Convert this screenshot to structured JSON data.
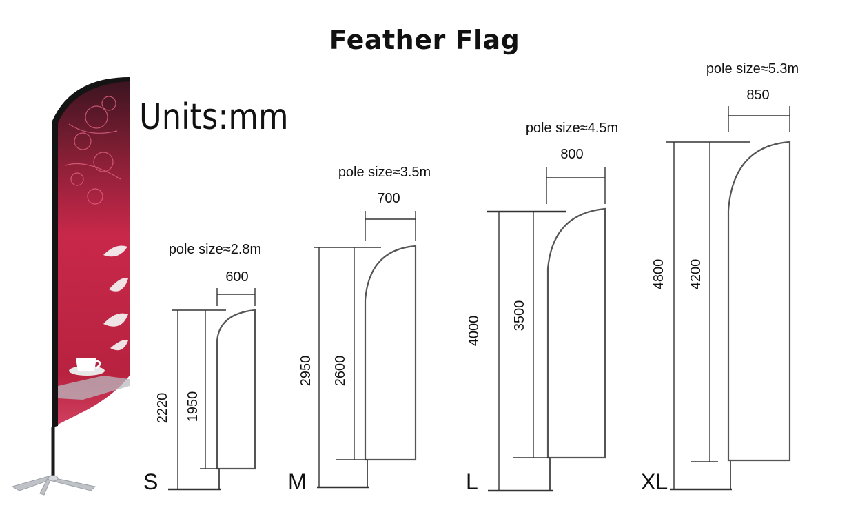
{
  "title": "Feather Flag",
  "units_label": "Units:mm",
  "colors": {
    "flag_primary": "#c72a4a",
    "flag_dark": "#2a0f16",
    "line": "#333333"
  },
  "sizes": [
    {
      "size": "S",
      "pole": "pole size≈2.8m",
      "width": "600",
      "total_height": "2220",
      "flag_height": "1950"
    },
    {
      "size": "M",
      "pole": "pole size≈3.5m",
      "width": "700",
      "total_height": "2950",
      "flag_height": "2600"
    },
    {
      "size": "L",
      "pole": "pole size≈4.5m",
      "width": "800",
      "total_height": "4000",
      "flag_height": "3500"
    },
    {
      "size": "XL",
      "pole": "pole size≈5.3m",
      "width": "850",
      "total_height": "4800",
      "flag_height": "4200"
    }
  ]
}
